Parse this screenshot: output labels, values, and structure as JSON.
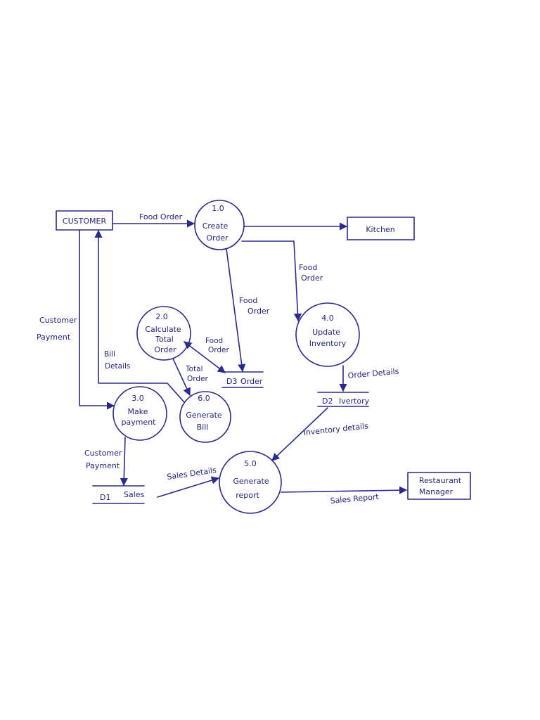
{
  "external_entities": {
    "customer": "CUSTOMER",
    "kitchen": "Kitchen",
    "restaurant_manager": [
      "Restaurant",
      "Manager"
    ]
  },
  "processes": {
    "p1": {
      "number": "1.0",
      "label": [
        "Create",
        "Order"
      ]
    },
    "p2": {
      "number": "2.0",
      "label": [
        "Calculate",
        "Total",
        "Order"
      ]
    },
    "p3": {
      "number": "3.0",
      "label": [
        "Make",
        "payment"
      ]
    },
    "p4": {
      "number": "4.0",
      "label": [
        "Update",
        "Inventory"
      ]
    },
    "p5": {
      "number": "5.0",
      "label": [
        "Generate",
        "report"
      ]
    },
    "p6": {
      "number": "6.0",
      "label": [
        "Generate",
        "Bill"
      ]
    }
  },
  "data_stores": {
    "d1": {
      "id": "D1",
      "name": "Sales"
    },
    "d2": {
      "id": "D2",
      "name": "Ivertory"
    },
    "d3": {
      "id": "D3",
      "name": "Order"
    }
  },
  "flows": {
    "food_order_top": "Food Order",
    "food_order_right": [
      "Food",
      "Order"
    ],
    "food_order_mid": [
      "Food",
      "Order"
    ],
    "food_order_small": [
      "Food",
      "Order"
    ],
    "customer_payment_left": [
      "Customer",
      "Payment"
    ],
    "bill_details": [
      "Bill",
      "Details"
    ],
    "total_order": [
      "Total",
      "Order"
    ],
    "order_details": "Order Details",
    "inventory_details": "Inventory details",
    "customer_payment_lower": [
      "Customer",
      "Payment"
    ],
    "sales_details": "Sales Details",
    "sales_report": "Sales Report"
  },
  "colors": {
    "ink": "#2a2a8c",
    "paper": "#ffffff"
  }
}
